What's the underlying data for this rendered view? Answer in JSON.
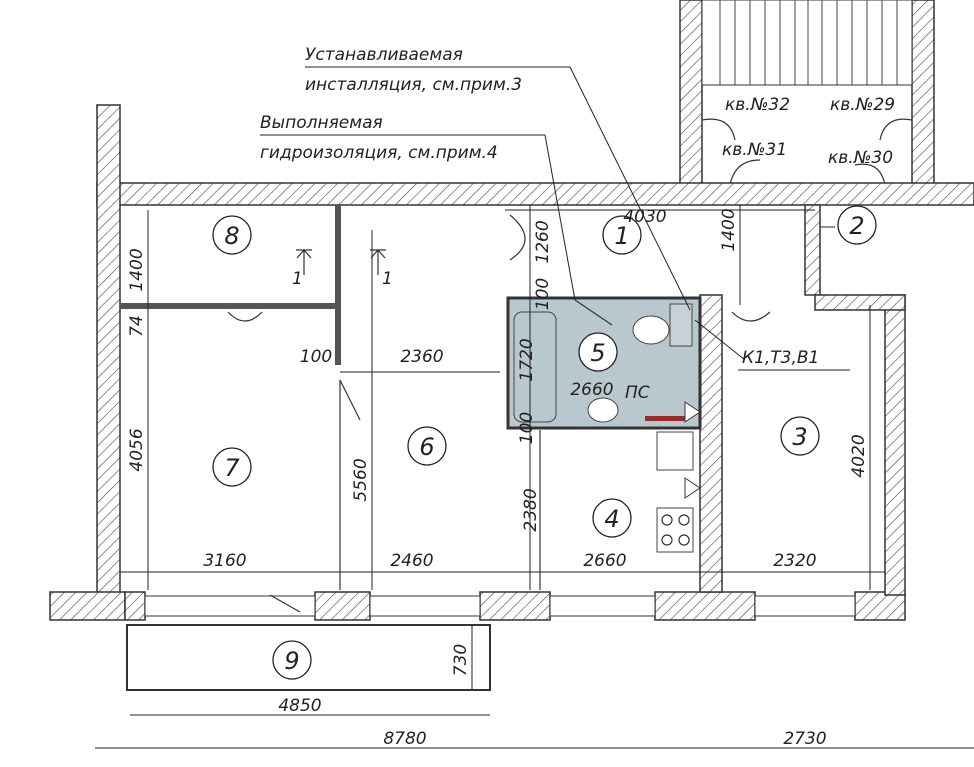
{
  "notes": {
    "installation_line1": "Устанавливаемая",
    "installation_line2": "инсталляция, см.прим.3",
    "waterproofing_line1": "Выполняемая",
    "waterproofing_line2": "гидроизоляция, см.прим.4",
    "risers": "К1,Т3,В1",
    "shaft": "ПС"
  },
  "apartments": {
    "kv32": "кв.№32",
    "kv29": "кв.№29",
    "kv31": "кв.№31",
    "kv30": "кв.№30"
  },
  "rooms": {
    "r1": "1",
    "r2": "2",
    "r3": "3",
    "r4": "4",
    "r5": "5",
    "r6": "6",
    "r7": "7",
    "r8": "8",
    "r9": "9"
  },
  "section_marks": {
    "a": "1",
    "b": "1"
  },
  "dimensions": {
    "d4030": "4030",
    "d1400_8": "1400",
    "d74": "74",
    "d4056": "4056",
    "d3160": "3160",
    "d2460": "2460",
    "d2660_4": "2660",
    "d2320": "2320",
    "d100_a": "100",
    "d2360": "2360",
    "d5560": "5560",
    "d1260": "1260",
    "d100_b": "100",
    "d1720": "1720",
    "d2660_5": "2660",
    "d100_c": "100",
    "d2380": "2380",
    "d1400_2": "1400",
    "d4020": "4020",
    "d730": "730",
    "d4850": "4850",
    "d8780": "8780",
    "d2730": "2730"
  },
  "colors": {
    "bathroom_fill": "#b9c8ce",
    "wall_stroke": "#333333",
    "shaft_mark": "#9b2b2b"
  }
}
